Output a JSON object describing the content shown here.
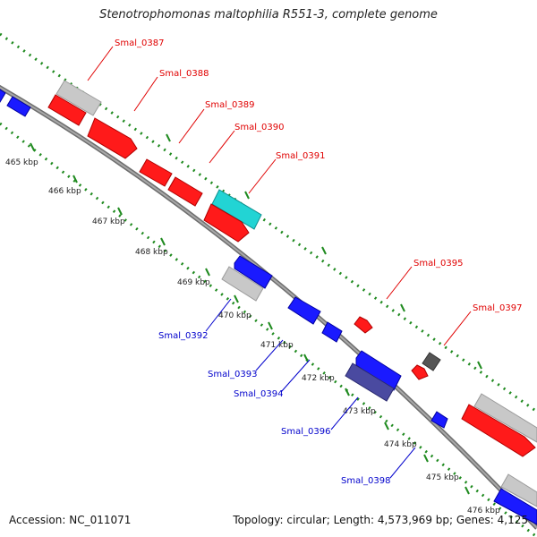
{
  "header": {
    "title": "Stenotrophomonas maltophilia R551-3, complete genome"
  },
  "footer": {
    "accession": "Accession: NC_011071",
    "summary": "Topology: circular; Length: 4,573,969 bp; Genes: 4,125"
  },
  "colors": {
    "backbone": "#808080",
    "tick_dots": "#1f8a1f",
    "gene_red": "#ff1a1a",
    "gene_blue": "#1a1aff",
    "gene_gray": "#c8c8c8",
    "gene_cyan": "#22d4d4",
    "gene_darkgray": "#555555",
    "gene_slate": "#4a4aa0",
    "label_red": "#e00000",
    "label_blue": "#0000cc"
  },
  "kbp_labels": [
    "465 kbp",
    "466 kbp",
    "467 kbp",
    "468 kbp",
    "469 kbp",
    "470 kbp",
    "471 kbp",
    "472 kbp",
    "473 kbp",
    "474 kbp",
    "475 kbp",
    "476 kbp"
  ],
  "gene_labels": {
    "Smal_0387": "Smal_0387",
    "Smal_0388": "Smal_0388",
    "Smal_0389": "Smal_0389",
    "Smal_0390": "Smal_0390",
    "Smal_0391": "Smal_0391",
    "Smal_0392": "Smal_0392",
    "Smal_0393": "Smal_0393",
    "Smal_0394": "Smal_0394",
    "Smal_0395": "Smal_0395",
    "Smal_0396": "Smal_0396",
    "Smal_0397": "Smal_0397",
    "Smal_0398": "Smal_0398"
  }
}
